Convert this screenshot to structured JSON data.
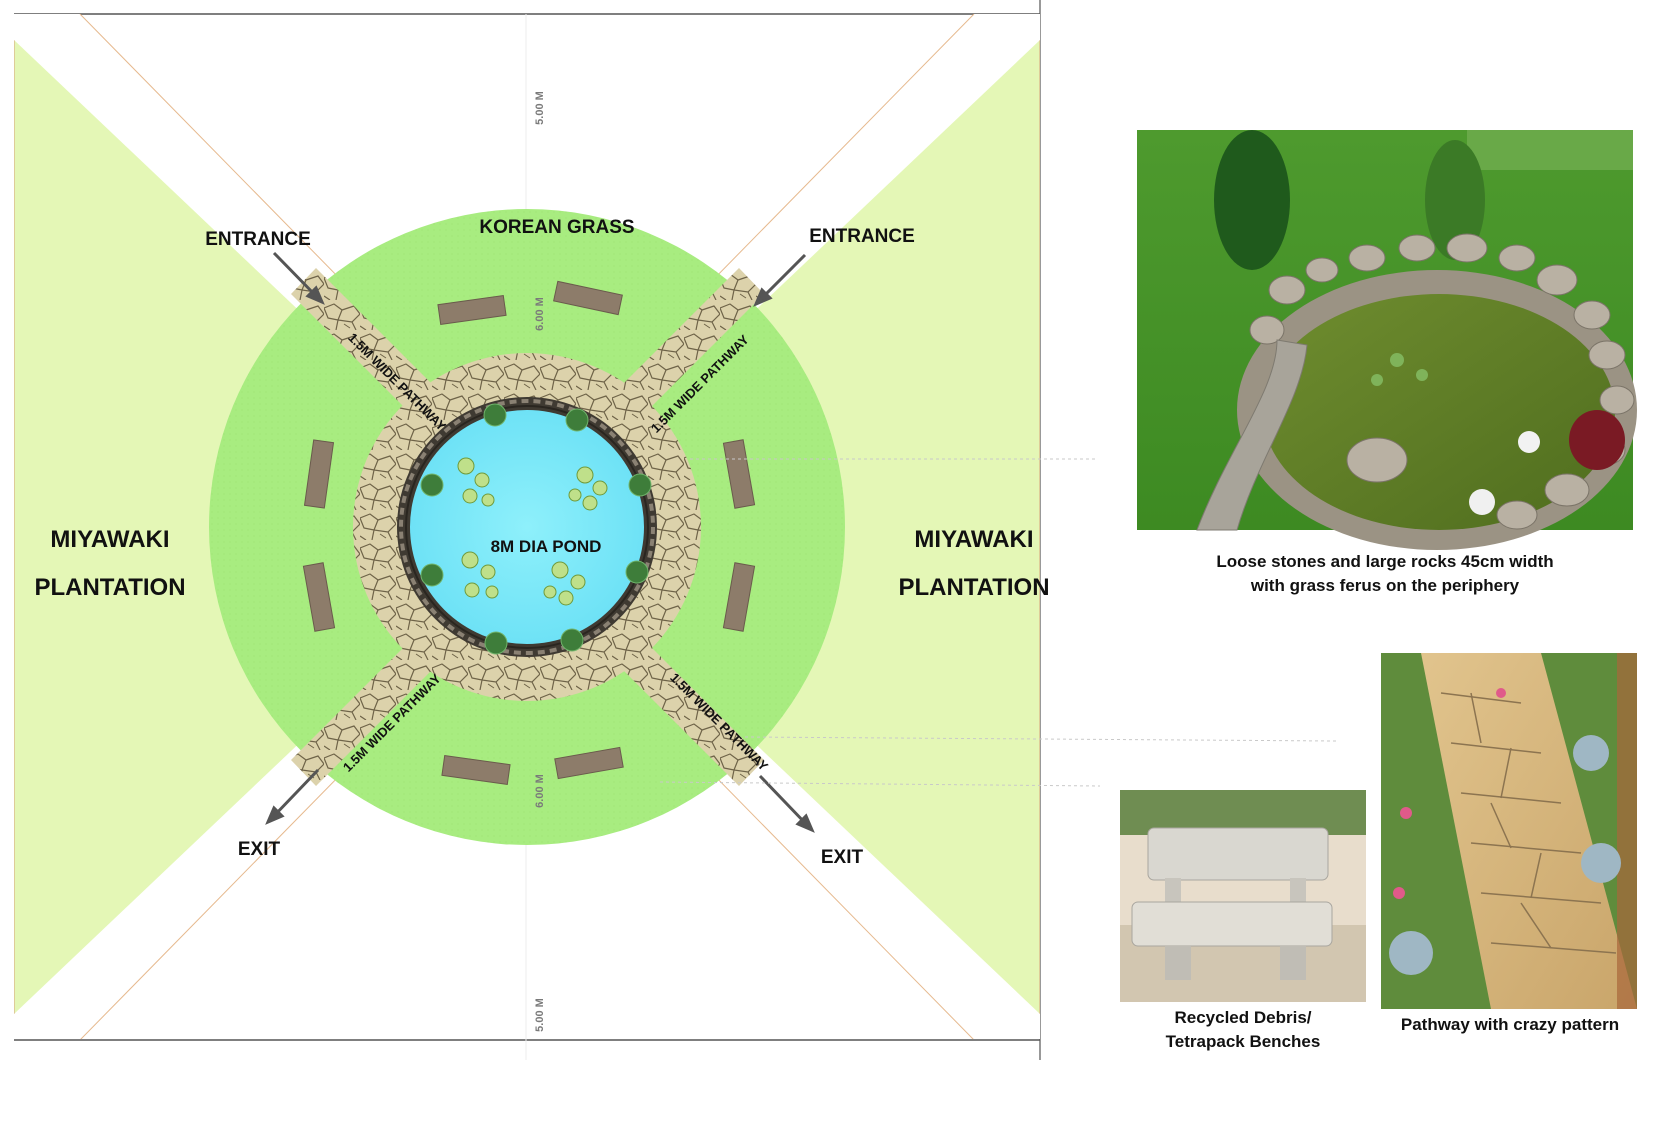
{
  "labels": {
    "korean_grass": "KOREAN GRASS",
    "entrance": "ENTRANCE",
    "exit": "EXIT",
    "pond": "8M DIA POND",
    "miyawaki_line1": "MIYAWAKI",
    "miyawaki_line2": "PLANTATION",
    "pathway": "1.5M WIDE PATHWAY"
  },
  "dimensions": {
    "outer": "5.00 M",
    "inner": "6.00 M"
  },
  "captions": {
    "pond_line1": "Loose stones and large rocks 45cm width",
    "pond_line2": "with grass ferus on the periphery",
    "bench_line1": "Recycled Debris/",
    "bench_line2": "Tetrapack Benches",
    "pathway": "Pathway with crazy pattern"
  },
  "colors": {
    "plantation": "#e4f7b6",
    "grass": "#a6ec7e",
    "pond": "#7fe9f9",
    "stone": "#d9cfa7",
    "bench": "#8d7c6a"
  }
}
